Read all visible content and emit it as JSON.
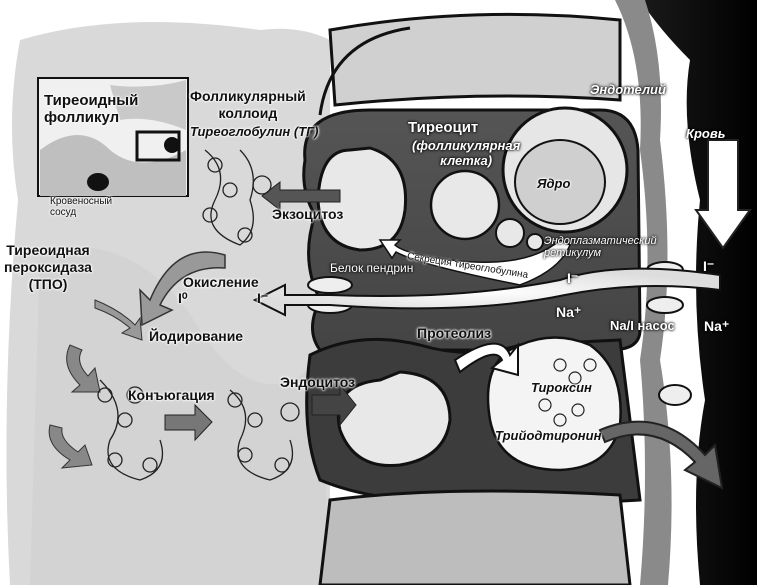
{
  "labels": {
    "follicle": "Тиреоидный\nфолликул",
    "vessel": "Кровеносный\nсосуд",
    "colloid": "Фолликулярный\nколлоид",
    "thyroglobulin": "Тиреоглобулин (ТГ)",
    "thyrocyte": "Тиреоцит",
    "thyrocyte_sub": "(фолликулярная\nклетка)",
    "nucleus": "Ядро",
    "endothelium": "Эндотелий",
    "blood": "Кровь",
    "exocytosis": "Экзоцитоз",
    "er": "Эндоплазматический\nретикулум",
    "tg_secretion": "Секреция тиреоглобулина",
    "pendrin": "Белок пендрин",
    "tpo": "Тиреоидная\nпероксидаза\n(ТПО)",
    "oxidation": "Окисление",
    "iodine_zero": "I⁰",
    "iodide_left": "I⁻",
    "iodide_mid": "I⁻",
    "iodide_right": "I⁻",
    "iodination": "Йодирование",
    "sodium_left": "Na⁺",
    "sodium_right": "Na⁺",
    "nai_pump": "Na/I насос",
    "proteolysis": "Протеолиз",
    "conjugation": "Конъюгация",
    "endocytosis": "Эндоцитоз",
    "thyroxine": "Тироксин",
    "triiodothyronine": "Трийодтиронин"
  }
}
